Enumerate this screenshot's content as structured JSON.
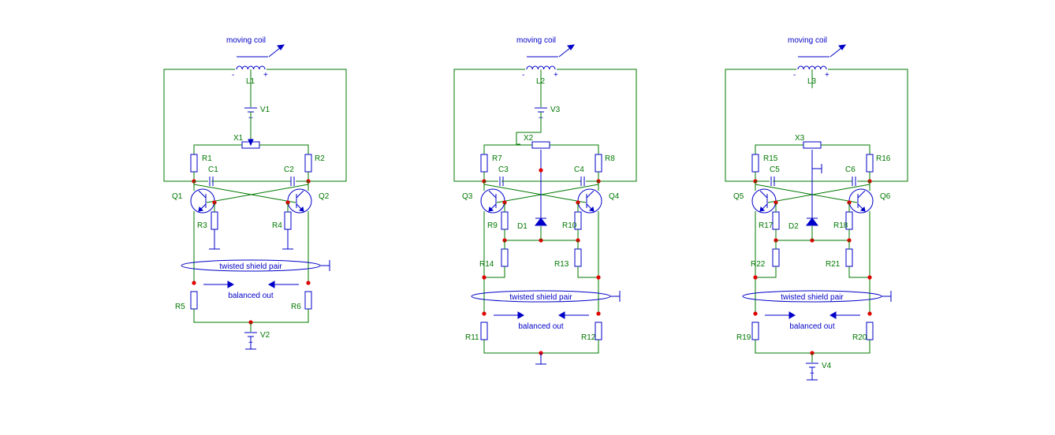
{
  "circuits": [
    {
      "id": "left",
      "coil": {
        "caption": "moving coil",
        "label": "L1"
      },
      "battery_top": "V1",
      "pot": "X1",
      "resistors_top": [
        "R1",
        "R2"
      ],
      "caps": [
        "C1",
        "C2"
      ],
      "transistors": [
        "Q1",
        "Q2"
      ],
      "resistors_emitter": [
        "R3",
        "R4"
      ],
      "resistors_mid": [],
      "diode": "",
      "cable": "twisted shield pair",
      "output": "balanced out",
      "resistors_bottom": [
        "R5",
        "R6"
      ],
      "battery_bottom": "V2",
      "pot_label": ""
    },
    {
      "id": "middle",
      "coil": {
        "caption": "moving coil",
        "label": "L2"
      },
      "battery_top": "V3",
      "pot": "X2",
      "resistors_top": [
        "R7",
        "R8"
      ],
      "caps": [
        "C3",
        "C4"
      ],
      "transistors": [
        "Q3",
        "Q4"
      ],
      "resistors_emitter": [
        "R9",
        "R10"
      ],
      "resistors_mid": [
        "R14",
        "R13"
      ],
      "diode": "D1",
      "cable": "twisted shield pair",
      "output": "balanced out",
      "resistors_bottom": [
        "R11",
        "R12"
      ],
      "battery_bottom": "",
      "pot_label": ""
    },
    {
      "id": "right",
      "coil": {
        "caption": "moving coil",
        "label": "L3"
      },
      "battery_top": "",
      "pot": "X3",
      "resistors_top": [
        "R15",
        "R16"
      ],
      "caps": [
        "C5",
        "C6"
      ],
      "transistors": [
        "Q5",
        "Q6"
      ],
      "resistors_emitter": [
        "R17",
        "R18"
      ],
      "resistors_mid": [
        "R22",
        "R21"
      ],
      "diode": "D2",
      "cable": "twisted shield pair",
      "output": "balanced out",
      "resistors_bottom": [
        "R19",
        "R20"
      ],
      "battery_bottom": "V4",
      "pot_label": ""
    }
  ],
  "colors": {
    "wire": "#007800",
    "component": "#0000c8",
    "node": "#e00000",
    "label": "#007800",
    "caption": "#0000c8"
  }
}
